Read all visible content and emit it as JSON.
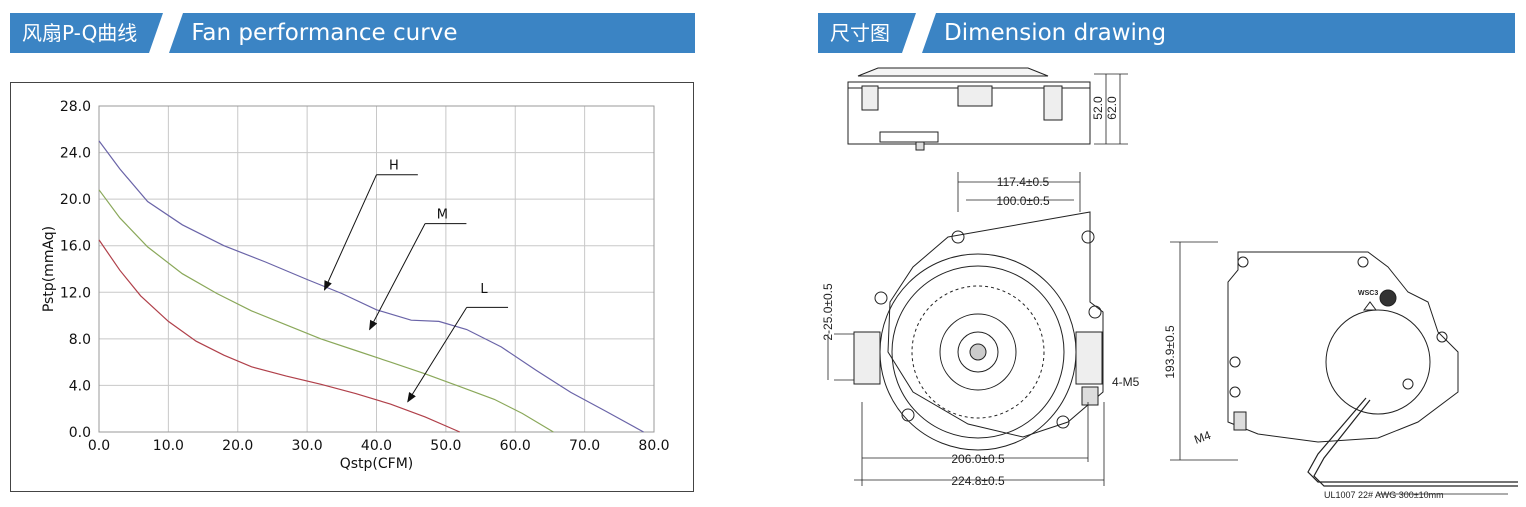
{
  "left_header": {
    "cn": "风扇P-Q曲线",
    "en": "Fan performance curve"
  },
  "right_header": {
    "cn": "尺寸图",
    "en": "Dimension drawing"
  },
  "colors": {
    "banner": "#3b84c4",
    "H": "#6a64a8",
    "M": "#8aa85a",
    "L": "#b0404a",
    "grid": "#c8c8c8"
  },
  "chart_data": {
    "type": "line",
    "xlabel": "Qstp(CFM)",
    "ylabel": "Pstp(mmAq)",
    "xlim": [
      0,
      80
    ],
    "ylim": [
      0,
      28
    ],
    "x_ticks": [
      "0.0",
      "10.0",
      "20.0",
      "30.0",
      "40.0",
      "50.0",
      "60.0",
      "70.0",
      "80.0"
    ],
    "y_ticks": [
      "0.0",
      "4.0",
      "8.0",
      "12.0",
      "16.0",
      "20.0",
      "24.0",
      "28.0"
    ],
    "grid": true,
    "series": [
      {
        "name": "H",
        "points": [
          [
            0,
            25.0
          ],
          [
            3,
            22.6
          ],
          [
            7,
            19.8
          ],
          [
            12,
            17.8
          ],
          [
            18,
            16.0
          ],
          [
            24,
            14.6
          ],
          [
            30,
            13.1
          ],
          [
            35,
            11.9
          ],
          [
            40,
            10.5
          ],
          [
            45,
            9.6
          ],
          [
            49,
            9.5
          ],
          [
            53,
            8.8
          ],
          [
            58,
            7.3
          ],
          [
            63,
            5.3
          ],
          [
            68,
            3.4
          ],
          [
            73,
            1.8
          ],
          [
            78.5,
            0
          ]
        ]
      },
      {
        "name": "M",
        "points": [
          [
            0,
            20.8
          ],
          [
            3,
            18.4
          ],
          [
            7,
            15.9
          ],
          [
            12,
            13.6
          ],
          [
            17,
            11.9
          ],
          [
            22,
            10.4
          ],
          [
            27,
            9.2
          ],
          [
            32,
            8.0
          ],
          [
            37,
            7.0
          ],
          [
            42,
            6.0
          ],
          [
            47,
            5.0
          ],
          [
            52,
            3.9
          ],
          [
            57,
            2.8
          ],
          [
            61,
            1.6
          ],
          [
            65.5,
            0
          ]
        ]
      },
      {
        "name": "L",
        "points": [
          [
            0,
            16.5
          ],
          [
            3,
            13.9
          ],
          [
            6,
            11.7
          ],
          [
            10,
            9.5
          ],
          [
            14,
            7.8
          ],
          [
            18,
            6.6
          ],
          [
            22,
            5.6
          ],
          [
            27,
            4.8
          ],
          [
            32,
            4.1
          ],
          [
            37,
            3.3
          ],
          [
            42,
            2.4
          ],
          [
            47,
            1.3
          ],
          [
            52,
            0
          ]
        ]
      }
    ],
    "annotations": [
      {
        "label": "H",
        "text_at": [
          42.5,
          22.1
        ],
        "arrow_from": [
          40,
          22.1
        ],
        "arrow_to": [
          32.5,
          12.2
        ]
      },
      {
        "label": "M",
        "text_at": [
          49.5,
          17.9
        ],
        "arrow_from": [
          47,
          17.9
        ],
        "arrow_to": [
          39,
          8.8
        ]
      },
      {
        "label": "L",
        "text_at": [
          55.5,
          11.5
        ],
        "arrow_from": [
          53,
          10.7
        ],
        "arrow_to": [
          44.5,
          2.6
        ]
      }
    ]
  },
  "dimension_drawing": {
    "side_view": [
      "52.0",
      "62.0"
    ],
    "front_view": [
      "117.4±0.5",
      "100.0±0.5",
      "2-25.0±0.5",
      "4-M5",
      "206.0±0.5",
      "224.8±0.5"
    ],
    "rear_view": [
      "193.9±0.5",
      "M4",
      "UL1007 22# AWG 300±10mm",
      "WSC3"
    ]
  }
}
